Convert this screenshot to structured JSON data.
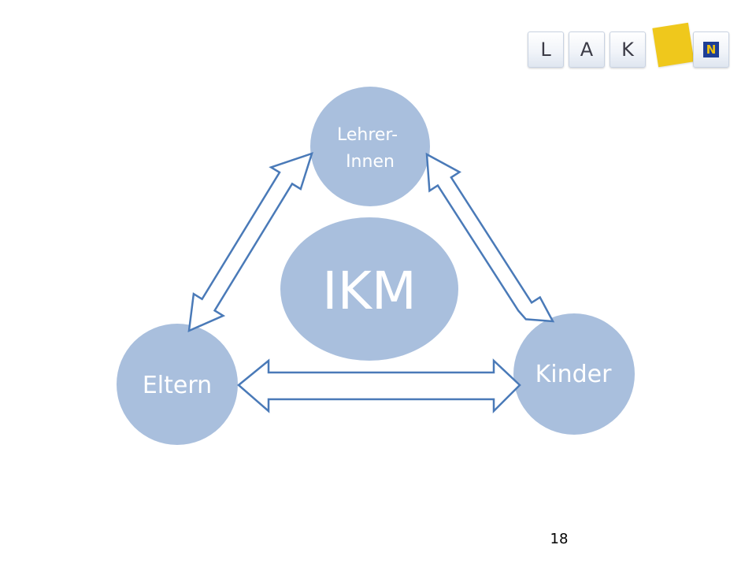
{
  "logo": {
    "letters": [
      "L",
      "A",
      "K"
    ],
    "badge_letter": "N",
    "colors": {
      "yellow": "#efc81c",
      "badge_bg": "#1e3f96",
      "badge_fg": "#f2c40e"
    }
  },
  "diagram": {
    "center_label": "IKM",
    "nodes": {
      "teachers": {
        "line1": "Lehrer-",
        "line2": "Innen"
      },
      "parents": "Eltern",
      "children": "Kinder"
    },
    "colors": {
      "circle_fill": "#a9bfdd",
      "arrow_stroke": "#4a7ab8",
      "text": "#ffffff"
    }
  },
  "page_number": "18"
}
